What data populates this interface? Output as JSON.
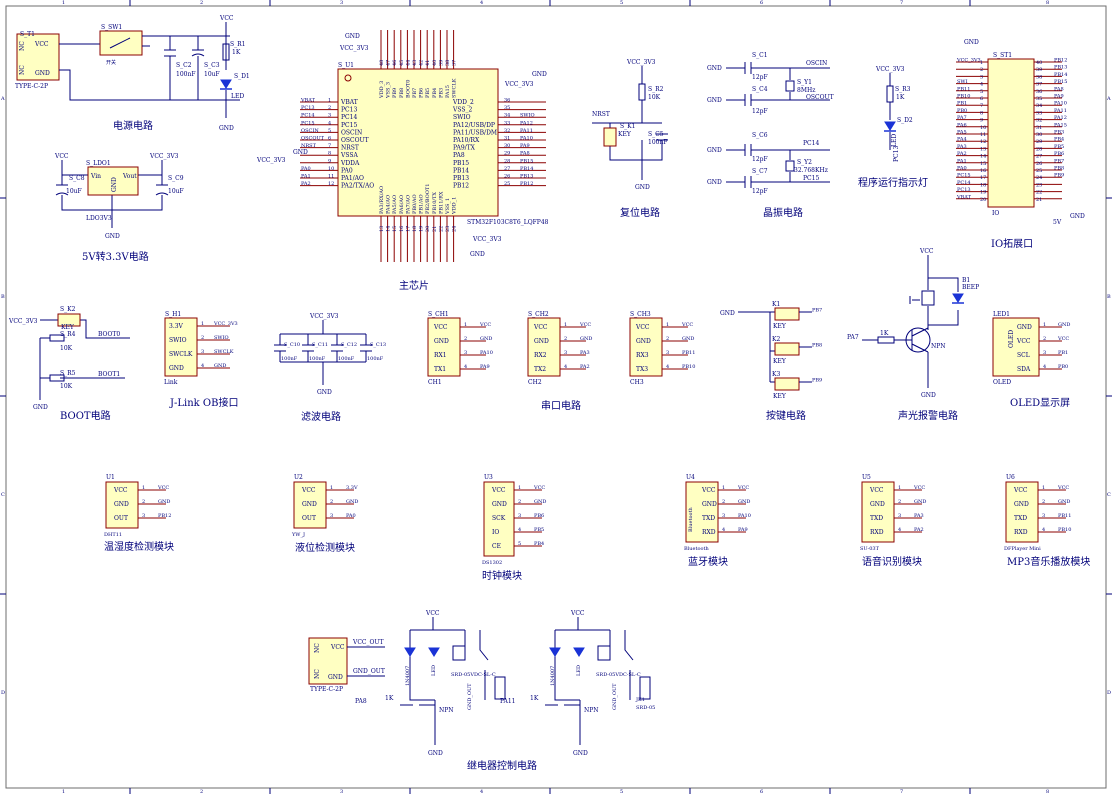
{
  "border": {
    "cols_top": [
      "1",
      "2",
      "3",
      "4",
      "5",
      "6",
      "7",
      "8"
    ],
    "cols_bottom": [
      "1",
      "2",
      "3",
      "4",
      "5",
      "6",
      "7",
      "8"
    ],
    "rows_left": [
      "A",
      "B",
      "C",
      "D"
    ],
    "rows_right": [
      "A",
      "B",
      "C",
      "D"
    ]
  },
  "sections": {
    "power": "电源电路",
    "ldo": "5V转3.3V电路",
    "mcu": "主芯片",
    "reset": "复位电路",
    "crystal": "晶振电路",
    "run_led": "程序运行指示灯",
    "io": "IO拓展口",
    "boot": "BOOT电路",
    "jlink": "J-Link OB接口",
    "filter": "滤波电路",
    "uart": "串口电路",
    "keys": "按键电路",
    "buzzer": "声光报警电路",
    "oled": "OLED显示屏",
    "dht": "温湿度检测模块",
    "level": "液位检测模块",
    "clock": "时钟模块",
    "bt": "蓝牙模块",
    "voice": "语音识别模块",
    "mp3": "MP3音乐播放模块",
    "relay": "继电器控制电路"
  },
  "power": {
    "t1_ref": "S_T1",
    "t1_type": "TYPE-C-2P",
    "t1_vcc": "VCC",
    "t1_gnd": "GND",
    "t1_nc1": "NC",
    "t1_nc2": "NC",
    "sw_ref": "S_SW1",
    "sw_label": "开关",
    "c2_ref": "S_C2",
    "c2_val": "100nF",
    "c3_ref": "S_C3",
    "c3_val": "10uF",
    "r1_ref": "S_R1",
    "r1_val": "1K",
    "d1_ref": "S_D1",
    "d1_val": "LED",
    "vcc": "VCC",
    "gnd": "GND"
  },
  "ldo": {
    "ref": "S_LDO1",
    "part": "LDO3V3",
    "vin": "Vin",
    "vout": "Vout",
    "gnd": "GND",
    "c8_ref": "S_C8",
    "c8_val": "10uF",
    "c9_ref": "S_C9",
    "c9_val": "10uF",
    "vcc": "VCC",
    "vcc3": "VCC_3V3",
    "gnd_lbl": "GND"
  },
  "mcu": {
    "ref": "S_U1",
    "part": "STM32F103C8T6_LQFP48",
    "left_pins": [
      "VBAT",
      "PC13",
      "PC14",
      "PC15",
      "OSCIN",
      "OSCOUT",
      "NRST",
      "VSSA",
      "VDDA",
      "PA0",
      "PA1/AO",
      "PA2/TX/AO"
    ],
    "left_nums": [
      "1",
      "2",
      "3",
      "4",
      "5",
      "6",
      "7",
      "8",
      "9",
      "10",
      "11",
      "12"
    ],
    "left_nets": [
      "VBAT",
      "PC13",
      "PC14",
      "PC15",
      "OSCIN",
      "OSCOUT",
      "NRST",
      "",
      "",
      "PA0",
      "PA1",
      "PA2"
    ],
    "right_pins": [
      "VDD_2",
      "VSS_2",
      "SWIO",
      "PA12/USB/DP",
      "PA11/USB/DM",
      "PA10/RX",
      "PA9/TX",
      "PA8",
      "PB15",
      "PB14",
      "PB13",
      "PB12"
    ],
    "right_nums": [
      "36",
      "35",
      "34",
      "33",
      "32",
      "31",
      "30",
      "29",
      "28",
      "27",
      "26",
      "25"
    ],
    "right_nets": [
      "",
      "",
      "SWIO",
      "PA12",
      "PA11",
      "PA10",
      "PA9",
      "PA8",
      "PB15",
      "PB14",
      "PB13",
      "PB12"
    ],
    "top_pins": [
      "VDD_3",
      "VSS_3",
      "PB9",
      "PB8",
      "BOOT0",
      "PB7",
      "PB6",
      "PB5",
      "PB4",
      "PB3",
      "PA15",
      "SWCLK"
    ],
    "top_nums": [
      "48",
      "47",
      "46",
      "45",
      "44",
      "43",
      "42",
      "41",
      "40",
      "39",
      "38",
      "37"
    ],
    "bottom_pins": [
      "PA3/RX/AO",
      "PA4/AO",
      "PA5/AO",
      "PA6/AO",
      "PA7/AO",
      "PB0/AO",
      "PB1/AO",
      "PB2/BOOT1",
      "PB10/TX",
      "PB11/RX",
      "VSS_1",
      "VDD_1"
    ],
    "bottom_nums": [
      "13",
      "14",
      "15",
      "16",
      "17",
      "18",
      "19",
      "20",
      "21",
      "22",
      "23",
      "24"
    ],
    "vcc3": "VCC_3V3",
    "gnd": "GND"
  },
  "reset": {
    "vcc3": "VCC_3V3",
    "r2_ref": "S_R2",
    "r2_val": "10K",
    "nrst": "NRST",
    "k_ref": "S_K1",
    "k_val": "KEY",
    "c5_ref": "S_C5",
    "c5_val": "100nF",
    "gnd": "GND"
  },
  "crystal": {
    "c1_ref": "S_C1",
    "c4_ref": "S_C4",
    "c6_ref": "S_C6",
    "c7_ref": "S_C7",
    "cap_val": "12pF",
    "y1_ref": "S_Y1",
    "y1_val": "8MHz",
    "y2_ref": "S_Y2",
    "y2_val": "32.768KHz",
    "oscin": "OSCIN",
    "oscout": "OSCOUT",
    "pc14": "PC14",
    "pc15": "PC15",
    "gnd": "GND"
  },
  "run_led": {
    "vcc3": "VCC_3V3",
    "r_ref": "S_R3",
    "r_val": "1K",
    "d_ref": "S_D2",
    "d_val": "LED",
    "net": "PC13"
  },
  "io": {
    "ref": "S_ST1",
    "label": "IO",
    "left_nets": [
      "VCC_3V3",
      "",
      "",
      "SWI",
      "PB11",
      "PB10",
      "PB1",
      "PB0",
      "PA7",
      "PA6",
      "PA5",
      "PA4",
      "PA3",
      "PA2",
      "PA1",
      "PA0",
      "PC15",
      "PC14",
      "PC13",
      "VBAT"
    ],
    "left_nums": [
      "1",
      "2",
      "3",
      "4",
      "5",
      "6",
      "7",
      "8",
      "9",
      "10",
      "11",
      "12",
      "13",
      "14",
      "15",
      "16",
      "17",
      "18",
      "19",
      "20"
    ],
    "right_nums": [
      "40",
      "39",
      "38",
      "37",
      "36",
      "35",
      "34",
      "33",
      "32",
      "31",
      "30",
      "29",
      "28",
      "27",
      "26",
      "25",
      "24",
      "23",
      "22",
      "21"
    ],
    "right_nets": [
      "PB12",
      "PB13",
      "PB14",
      "PB15",
      "PA8",
      "PA9",
      "PA10",
      "PA11",
      "PA12",
      "PA15",
      "PB3",
      "PB4",
      "PB5",
      "PB6",
      "PB7",
      "PB8",
      "PB9",
      "",
      "",
      ""
    ],
    "gnd": "GND",
    "v5": "5V"
  },
  "boot": {
    "vcc3": "VCC_3V3",
    "k_ref": "S_K2",
    "k_val": "KEY",
    "r4_ref": "S_R4",
    "r4_val": "10K",
    "r5_ref": "S_R5",
    "r5_val": "10K",
    "boot0": "BOOT0",
    "boot1": "BOOT1",
    "gnd": "GND"
  },
  "jlink": {
    "ref": "S_H1",
    "part": "Link",
    "pins": [
      "3.3V",
      "SWIO",
      "SWCLK",
      "GND"
    ],
    "nets": [
      "VCC_3V3",
      "SWIO",
      "SWCLK",
      "GND"
    ]
  },
  "filter": {
    "vcc3": "VCC_3V3",
    "caps": [
      {
        "ref": "S_C10",
        "val": "100nF"
      },
      {
        "ref": "S_C11",
        "val": "100nF"
      },
      {
        "ref": "S_C12",
        "val": "100nF"
      },
      {
        "ref": "S_C13",
        "val": "100nF"
      }
    ],
    "gnd": "GND"
  },
  "uart": {
    "blocks": [
      {
        "ref": "S_CH1",
        "part": "CH1",
        "pins": [
          "VCC",
          "GND",
          "RX1",
          "TX1"
        ],
        "nets": [
          "VCC",
          "GND",
          "PA10",
          "PA9"
        ]
      },
      {
        "ref": "S_CH2",
        "part": "CH2",
        "pins": [
          "VCC",
          "GND",
          "RX2",
          "TX2"
        ],
        "nets": [
          "VCC",
          "GND",
          "PA3",
          "PA2"
        ]
      },
      {
        "ref": "S_CH3",
        "part": "CH3",
        "pins": [
          "VCC",
          "GND",
          "RX3",
          "TX3"
        ],
        "nets": [
          "VCC",
          "GND",
          "PB11",
          "PB10"
        ]
      }
    ]
  },
  "keys": {
    "gnd": "GND",
    "items": [
      {
        "ref": "K1",
        "val": "KEY",
        "net": "PB7"
      },
      {
        "ref": "K2",
        "val": "KEY",
        "net": "PB8"
      },
      {
        "ref": "K3",
        "val": "KEY",
        "net": "PB9"
      }
    ]
  },
  "buzzer": {
    "vcc": "VCC",
    "b_ref": "B1",
    "b_val": "BEEP",
    "net": "PA7",
    "r_val": "1K",
    "q": "NPN",
    "gnd": "GND"
  },
  "oled": {
    "ref": "LED1",
    "part": "OLED",
    "pins": [
      "GND",
      "VCC",
      "SCL",
      "SDA"
    ],
    "nets": [
      "GND",
      "VCC",
      "PB1",
      "PB0"
    ]
  },
  "modules": [
    {
      "ref": "U1",
      "part": "DHT11",
      "pins": [
        "VCC",
        "GND",
        "OUT"
      ],
      "nets": [
        "VCC",
        "GND",
        "PB12"
      ]
    },
    {
      "ref": "U2",
      "part": "YW_J",
      "pins": [
        "VCC",
        "GND",
        "OUT"
      ],
      "nets": [
        "3.3V",
        "GND",
        "PA0"
      ]
    },
    {
      "ref": "U3",
      "part": "DS1302",
      "pins": [
        "VCC",
        "GND",
        "SCK",
        "IO",
        "CE"
      ],
      "nets": [
        "VCC",
        "GND",
        "PB6",
        "PB5",
        "PB4"
      ]
    },
    {
      "ref": "U4",
      "part": "Bluetooth",
      "side": "Bluetooth",
      "pins": [
        "VCC",
        "GND",
        "TXD",
        "RXD"
      ],
      "nets": [
        "VCC",
        "GND",
        "PA10",
        "PA9"
      ]
    },
    {
      "ref": "U5",
      "part": "SU-03T",
      "pins": [
        "VCC",
        "GND",
        "TXD",
        "RXD"
      ],
      "nets": [
        "VCC",
        "GND",
        "PA3",
        "PA2"
      ]
    },
    {
      "ref": "U6",
      "part": "DFPlayer Mini",
      "pins": [
        "VCC",
        "GND",
        "TXD",
        "RXD"
      ],
      "nets": [
        "VCC",
        "GND",
        "PB11",
        "PB10"
      ]
    }
  ],
  "relay": {
    "t_type": "TYPE-C-2P",
    "t_vcc": "VCC",
    "t_gnd": "GND",
    "t_nc1": "NC",
    "t_nc2": "NC",
    "vcc_out": "VCC_OUT",
    "gnd_out": "GND_OUT",
    "r_val": "1K",
    "q": "NPN",
    "gnd": "GND",
    "vcc": "VCC",
    "ch1_net": "PA8",
    "ch2_net": "PA11",
    "relay_part": "SRD-05VDC-SL-C",
    "jk_ref": "JK1",
    "jk_part": "SRD-05",
    "d_label": "1N4007",
    "led_label": "LED"
  }
}
